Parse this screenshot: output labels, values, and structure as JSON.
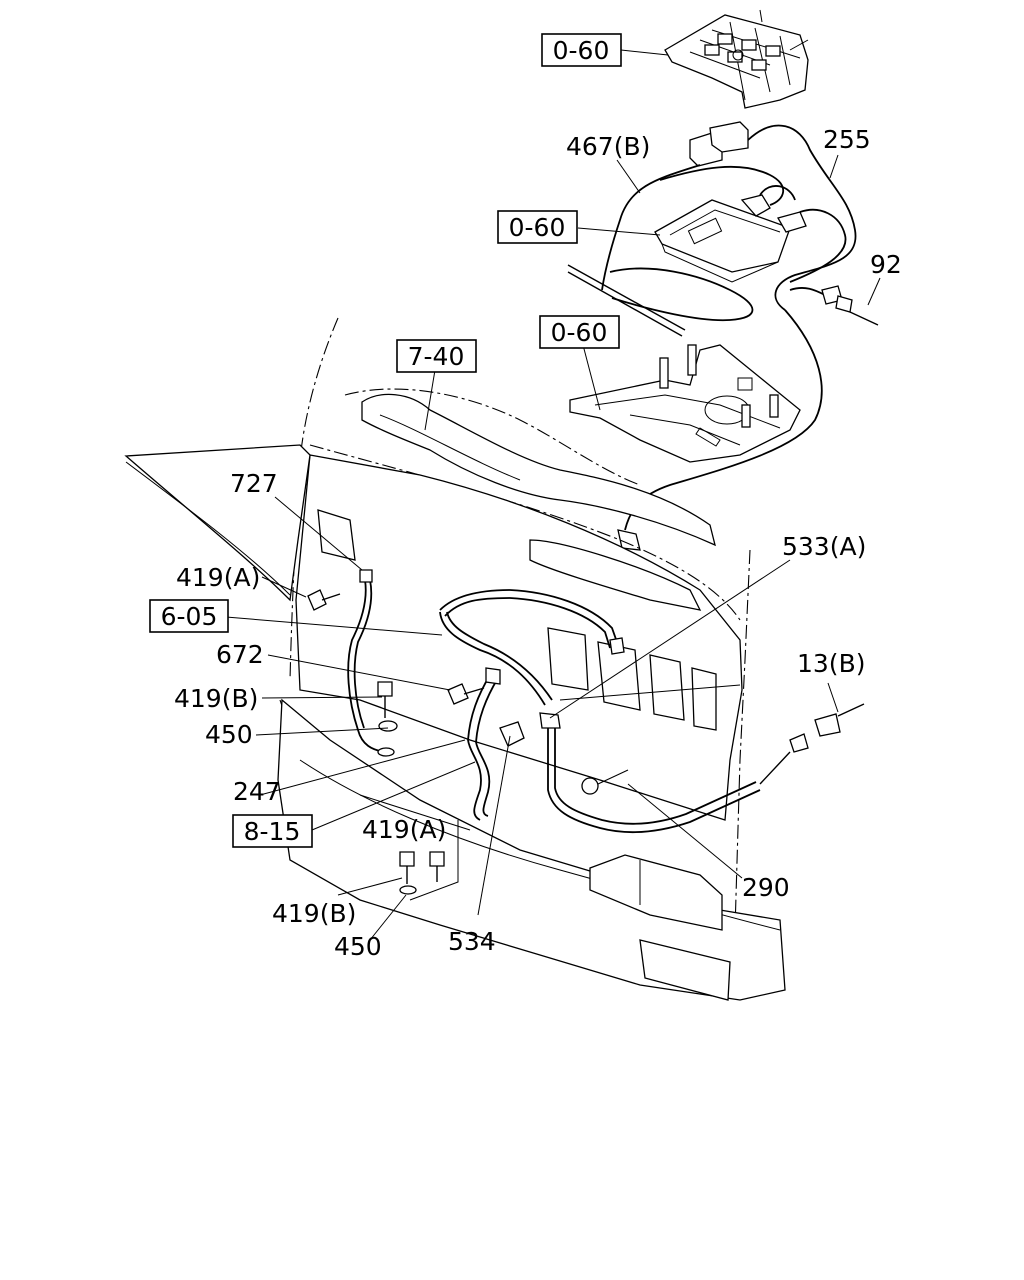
{
  "diagram": {
    "callouts": [
      {
        "id": "ref-0-60-top",
        "text": "0-60",
        "boxed": true
      },
      {
        "id": "ref-0-60-mid",
        "text": "0-60",
        "boxed": true
      },
      {
        "id": "ref-0-60-low",
        "text": "0-60",
        "boxed": true
      },
      {
        "id": "ref-7-40",
        "text": "7-40",
        "boxed": true
      },
      {
        "id": "ref-6-05",
        "text": "6-05",
        "boxed": true
      },
      {
        "id": "ref-8-15",
        "text": "8-15",
        "boxed": true
      },
      {
        "id": "part-467b",
        "text": "467(B)",
        "boxed": false
      },
      {
        "id": "part-255",
        "text": "255",
        "boxed": false
      },
      {
        "id": "part-92",
        "text": "92",
        "boxed": false
      },
      {
        "id": "part-727",
        "text": "727",
        "boxed": false
      },
      {
        "id": "part-419a-top",
        "text": "419(A)",
        "boxed": false
      },
      {
        "id": "part-672",
        "text": "672",
        "boxed": false
      },
      {
        "id": "part-419b-top",
        "text": "419(B)",
        "boxed": false
      },
      {
        "id": "part-450-top",
        "text": "450",
        "boxed": false
      },
      {
        "id": "part-247",
        "text": "247",
        "boxed": false
      },
      {
        "id": "part-419a-low",
        "text": "419(A)",
        "boxed": false
      },
      {
        "id": "part-419b-low",
        "text": "419(B)",
        "boxed": false
      },
      {
        "id": "part-450-low",
        "text": "450",
        "boxed": false
      },
      {
        "id": "part-534",
        "text": "534",
        "boxed": false
      },
      {
        "id": "part-533a",
        "text": "533(A)",
        "boxed": false
      },
      {
        "id": "part-13b",
        "text": "13(B)",
        "boxed": false
      },
      {
        "id": "part-290",
        "text": "290",
        "boxed": false
      }
    ]
  }
}
